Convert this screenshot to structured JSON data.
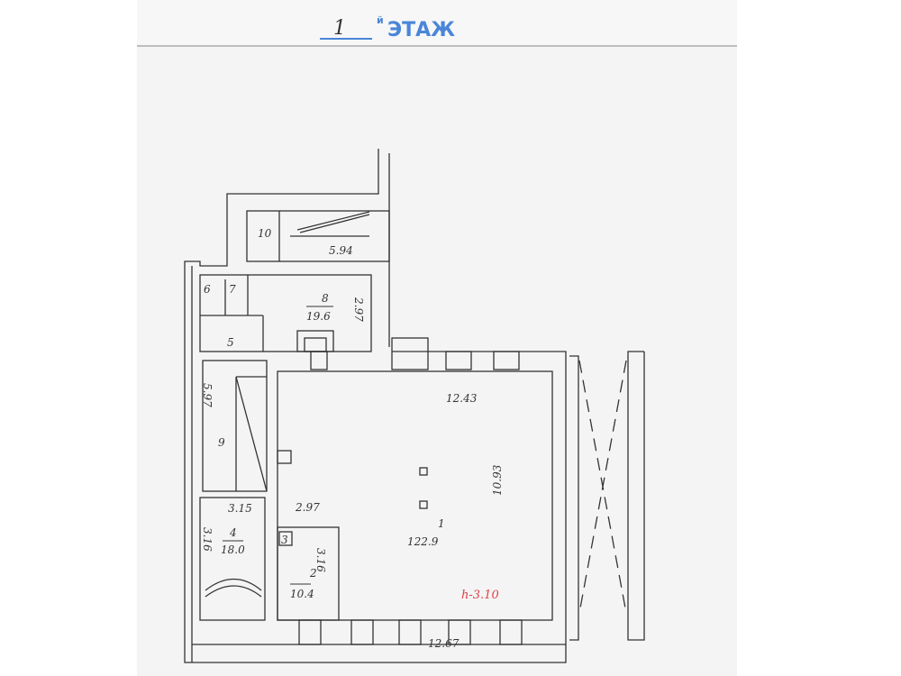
{
  "header": {
    "floor_number": "1",
    "suffix": "й",
    "word": "ЭТАЖ"
  },
  "rooms": {
    "r10": {
      "number": "10",
      "dim": "5.94"
    },
    "r6": {
      "number": "6"
    },
    "r7": {
      "number": "7"
    },
    "r8": {
      "number": "8",
      "area": "19.6",
      "dim": "2.97"
    },
    "r5": {
      "number": "5"
    },
    "r9": {
      "number": "9",
      "dim": "5.97"
    },
    "r4": {
      "number": "4",
      "area": "18.0",
      "dim_a": "3.15",
      "dim_b": "3.16"
    },
    "r3": {
      "number": "3"
    },
    "r2": {
      "number": "2",
      "area": "10.4",
      "dim_a": "2.97",
      "dim_b": "3.16"
    },
    "r1": {
      "number": "1",
      "area": "122.9",
      "dim_top": "12.43",
      "dim_side": "10.93",
      "dim_bottom": "12.67"
    }
  },
  "ceiling_height": "h-3.10",
  "colors": {
    "stamp": "#4a86d8",
    "annotation": "#e0404a",
    "lines": "#333333"
  }
}
